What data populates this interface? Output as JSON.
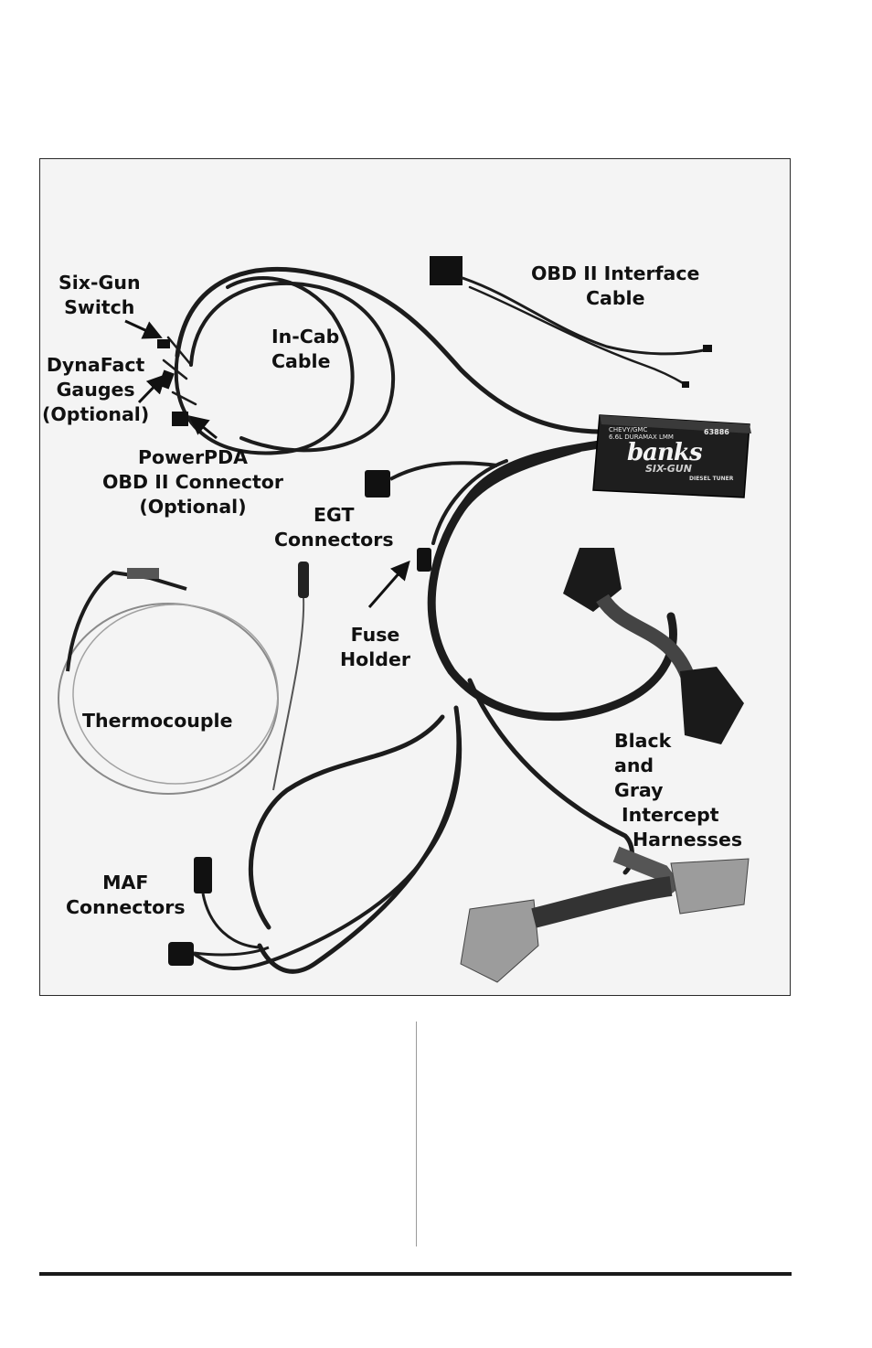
{
  "module": {
    "brand": "banks",
    "product": "SIX-GUN",
    "subtitle": "DIESEL TUNER",
    "model_line1": "CHEVY/GMC",
    "model_line2": "6.6L DURAMAX LMM",
    "part_no": "63886"
  },
  "callouts": {
    "six_gun_switch": [
      "Six-Gun",
      "Switch"
    ],
    "dynafact_gauges": [
      "DynaFact",
      "Gauges",
      "(Optional)"
    ],
    "powerpda": [
      "PowerPDA",
      "OBD II Connector",
      "(Optional)"
    ],
    "in_cab_cable": [
      "In-Cab",
      "Cable"
    ],
    "obd_interface": [
      "OBD II Interface",
      "Cable"
    ],
    "egt_connectors": [
      "EGT",
      "Connectors"
    ],
    "fuse_holder": [
      "Fuse",
      "Holder"
    ],
    "thermocouple": [
      "Thermocouple"
    ],
    "intercept_harnesses": [
      "Black",
      "and",
      "Gray",
      "Intercept",
      "Harnesses"
    ],
    "maf_connectors": [
      "MAF",
      "Connectors"
    ]
  },
  "colors": {
    "cable": "#1c1c1c",
    "text": "#111111",
    "frame_border": "#2a2a2a",
    "frame_fill": "#f4f4f4",
    "thermocouple_wire": "#8a8a8a",
    "connector_gray": "#9c9c9c"
  }
}
